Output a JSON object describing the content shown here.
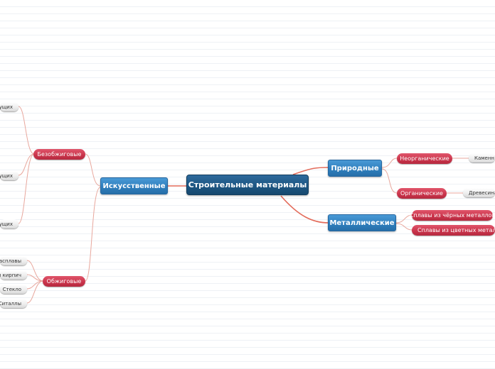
{
  "central": "Строительные материалы",
  "branches": {
    "natural": {
      "label": "Природные",
      "inorganic": {
        "label": "Неорганические",
        "leaf": "Каменн"
      },
      "organic": {
        "label": "Органические",
        "leaf": "Древесина"
      }
    },
    "metallic": {
      "label": "Металлические",
      "ferrous": "Сплавы из чёрных металлов",
      "nonferrous": "Сплавы из цветных металлов"
    },
    "artificial": {
      "label": "Искусственные",
      "unfired": {
        "label": "Безобжиговые",
        "leaves": [
          "ущих",
          "ущих",
          "ущих"
        ]
      },
      "fired": {
        "label": "Обжиговые",
        "leaves": [
          "расплавы",
          "й кирпич",
          "Стекло",
          "Ситаллы"
        ]
      }
    }
  },
  "colors": {
    "central": "#1d5683",
    "main": "#2f7fbe",
    "sub": "#c9334a",
    "leaf": "#ececec",
    "link": "#e8a79d"
  }
}
